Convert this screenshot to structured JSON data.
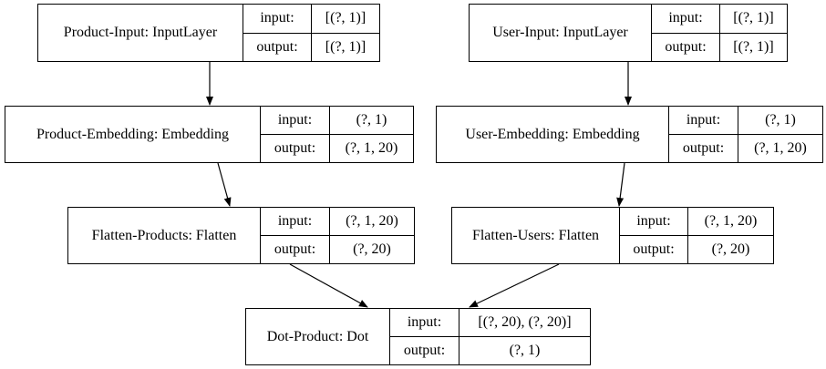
{
  "diagram": {
    "nodes": [
      {
        "id": "product_input",
        "name": "Product-Input: InputLayer",
        "input_label": "input:",
        "output_label": "output:",
        "input_shape": "[(?, 1)]",
        "output_shape": "[(?, 1)]"
      },
      {
        "id": "user_input",
        "name": "User-Input: InputLayer",
        "input_label": "input:",
        "output_label": "output:",
        "input_shape": "[(?, 1)]",
        "output_shape": "[(?, 1)]"
      },
      {
        "id": "product_embedding",
        "name": "Product-Embedding: Embedding",
        "input_label": "input:",
        "output_label": "output:",
        "input_shape": "(?, 1)",
        "output_shape": "(?, 1, 20)"
      },
      {
        "id": "user_embedding",
        "name": "User-Embedding: Embedding",
        "input_label": "input:",
        "output_label": "output:",
        "input_shape": "(?, 1)",
        "output_shape": "(?, 1, 20)"
      },
      {
        "id": "flatten_products",
        "name": "Flatten-Products: Flatten",
        "input_label": "input:",
        "output_label": "output:",
        "input_shape": "(?, 1, 20)",
        "output_shape": "(?, 20)"
      },
      {
        "id": "flatten_users",
        "name": "Flatten-Users: Flatten",
        "input_label": "input:",
        "output_label": "output:",
        "input_shape": "(?, 1, 20)",
        "output_shape": "(?, 20)"
      },
      {
        "id": "dot_product",
        "name": "Dot-Product: Dot",
        "input_label": "input:",
        "output_label": "output:",
        "input_shape": "[(?, 20), (?, 20)]",
        "output_shape": "(?, 1)"
      }
    ],
    "edges": [
      {
        "from": "product_input",
        "to": "product_embedding"
      },
      {
        "from": "user_input",
        "to": "user_embedding"
      },
      {
        "from": "product_embedding",
        "to": "flatten_products"
      },
      {
        "from": "user_embedding",
        "to": "flatten_users"
      },
      {
        "from": "flatten_products",
        "to": "dot_product"
      },
      {
        "from": "flatten_users",
        "to": "dot_product"
      }
    ],
    "line_color": "#000000",
    "background_color": "#ffffff"
  }
}
